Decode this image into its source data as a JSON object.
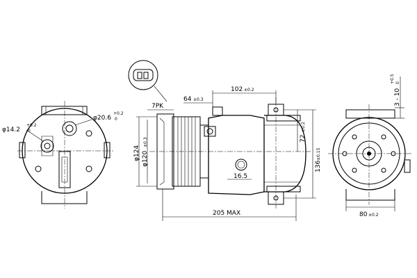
{
  "drawing": {
    "left_view": {
      "dim_inlet_diameter": "φ14.2",
      "dim_inlet_tol": "+0.2",
      "dim_inlet_tol2": "0",
      "dim_outlet_diameter": "φ20.6",
      "dim_outlet_tol": "+0.2",
      "dim_outlet_tol2": "0"
    },
    "side_view": {
      "dim_pulley_grooves": "7PK",
      "dim_pulley_outer": "φ124",
      "dim_pulley_inner": "φ120",
      "dim_pulley_inner_tol": "±0.3",
      "dim_clutch_offset": "64",
      "dim_clutch_offset_tol": "±0.3",
      "dim_mount_spacing": "102",
      "dim_mount_spacing_tol": "±0.2",
      "dim_mount_height": "72",
      "dim_mount_height_tol": "±0.2",
      "dim_total_height": "136",
      "dim_total_height_tol": "±0.15",
      "dim_port": "16.5",
      "dim_overall_length": "205 MAX"
    },
    "right_view": {
      "dim_ear_hole": "3 - 10",
      "dim_ear_hole_tol": "+0.5",
      "dim_ear_hole_tol2": "0",
      "dim_ear_width": "80",
      "dim_ear_width_tol": "±0.2"
    }
  }
}
